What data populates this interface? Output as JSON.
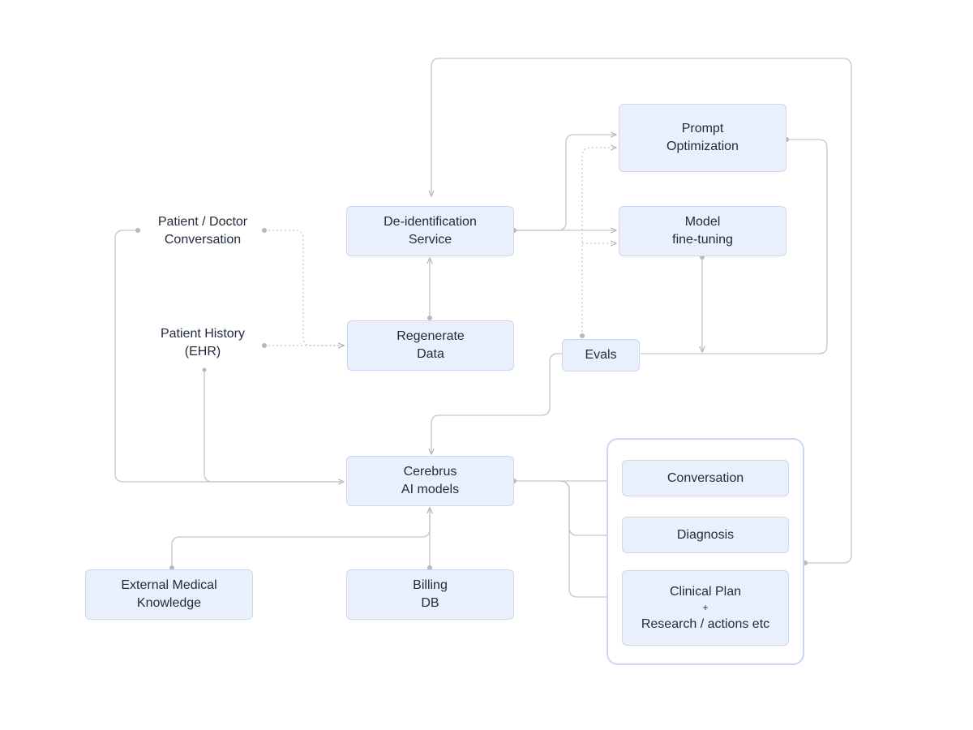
{
  "nodes": {
    "patient_doctor": "Patient / Doctor\nConversation",
    "patient_history": "Patient History\n(EHR)",
    "deidentification": "De-identification\nService",
    "regenerate": "Regenerate\nData",
    "prompt_opt": "Prompt\nOptimization",
    "model_ft": "Model\nfine-tuning",
    "evals": "Evals",
    "cerebrus": "Cerebrus\nAI models",
    "external": "External Medical\nKnowledge",
    "billing": "Billing\nDB",
    "conversation": "Conversation",
    "diagnosis": "Diagnosis",
    "clinical_plan_line1": "Clinical Plan",
    "clinical_plan_plus": "+",
    "clinical_plan_line2": "Research / actions etc"
  },
  "colors": {
    "node_fill": "#e9f0fb",
    "node_border": "#c9d8ef",
    "connector": "#c6c6c6",
    "text": "#1f2a3d"
  }
}
